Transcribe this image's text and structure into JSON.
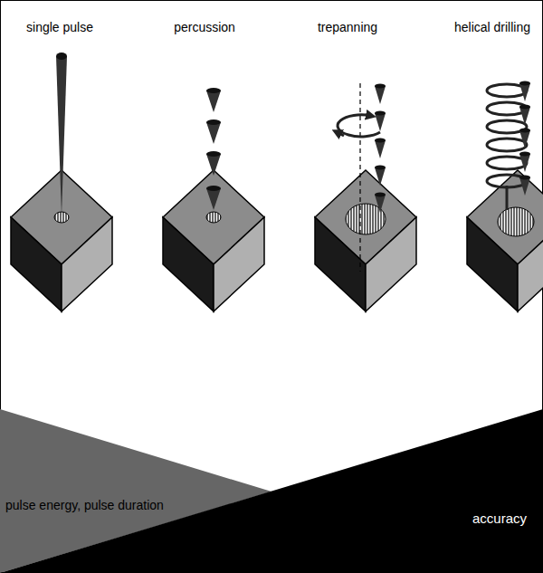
{
  "diagram": {
    "nodes": [
      {
        "text": [
          "pulse energy, pulse duration"
        ]
      },
      {
        "text": [
          "accuracy"
        ]
      }
    ],
    "labels": [
      "single pulse",
      "percussion",
      "trepanning",
      "helical drilling"
    ]
  }
}
